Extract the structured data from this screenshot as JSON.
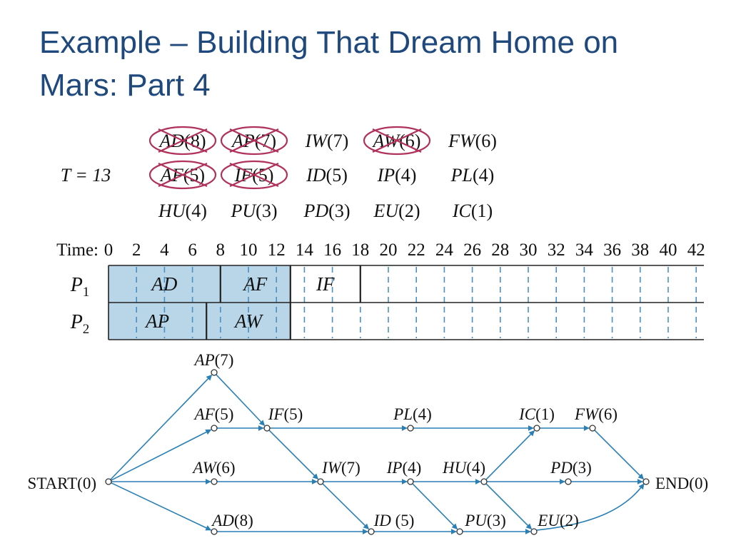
{
  "title": {
    "line1": "Example – Building That Dream Home on",
    "line2": "Mars:  Part 4"
  },
  "colors": {
    "title": "#1f497d",
    "completed_fill": "#b8d6e8",
    "arrow": "#2a7fb5",
    "strike": "#b0325a",
    "text": "#111111"
  },
  "priority_list": {
    "time_label": "T = 13",
    "rows": [
      [
        {
          "name": "AD",
          "dur": "(8)",
          "crossed": true
        },
        {
          "name": "AP",
          "dur": "(7)",
          "crossed": true
        },
        {
          "name": "IW",
          "dur": "(7)",
          "crossed": false
        },
        {
          "name": "AW",
          "dur": "(6)",
          "crossed": true
        },
        {
          "name": "FW",
          "dur": "(6)",
          "crossed": false
        }
      ],
      [
        {
          "name": "AF",
          "dur": "(5)",
          "crossed": true
        },
        {
          "name": "IF",
          "dur": "(5)",
          "crossed": true
        },
        {
          "name": "ID",
          "dur": "(5)",
          "crossed": false
        },
        {
          "name": "IP",
          "dur": "(4)",
          "crossed": false
        },
        {
          "name": "PL",
          "dur": "(4)",
          "crossed": false
        }
      ],
      [
        {
          "name": "HU",
          "dur": "(4)",
          "crossed": false
        },
        {
          "name": "PU",
          "dur": "(3)",
          "crossed": false
        },
        {
          "name": "PD",
          "dur": "(3)",
          "crossed": false
        },
        {
          "name": "EU",
          "dur": "(2)",
          "crossed": false
        },
        {
          "name": "IC",
          "dur": "(1)",
          "crossed": false
        }
      ]
    ]
  },
  "schedule": {
    "time_label": "Time:",
    "ticks": [
      0,
      2,
      4,
      6,
      8,
      10,
      12,
      14,
      16,
      18,
      20,
      22,
      24,
      26,
      28,
      30,
      32,
      34,
      36,
      38,
      40,
      42
    ],
    "current_time": 13,
    "processors": [
      {
        "name": "P",
        "sub": "1",
        "tasks": [
          {
            "label": "AD",
            "start": 0,
            "end": 8
          },
          {
            "label": "AF",
            "start": 8,
            "end": 13
          },
          {
            "label": "IF",
            "start": 13,
            "end": 18
          }
        ]
      },
      {
        "name": "P",
        "sub": "2",
        "tasks": [
          {
            "label": "AP",
            "start": 0,
            "end": 7
          },
          {
            "label": "AW",
            "start": 7,
            "end": 13
          }
        ]
      }
    ]
  },
  "digraph": {
    "nodes": [
      {
        "id": "START",
        "name": "START",
        "dur": "(0)",
        "italic": false
      },
      {
        "id": "AP",
        "name": "AP",
        "dur": "(7)",
        "italic": true
      },
      {
        "id": "AF",
        "name": "AF",
        "dur": "(5)",
        "italic": true
      },
      {
        "id": "AW",
        "name": "AW",
        "dur": "(6)",
        "italic": true
      },
      {
        "id": "AD",
        "name": "AD",
        "dur": "(8)",
        "italic": true
      },
      {
        "id": "IF",
        "name": "IF",
        "dur": "(5)",
        "italic": true
      },
      {
        "id": "PL",
        "name": "PL",
        "dur": "(4)",
        "italic": true
      },
      {
        "id": "IC",
        "name": "IC",
        "dur": "(1)",
        "italic": true
      },
      {
        "id": "FW",
        "name": "FW",
        "dur": "(6)",
        "italic": true
      },
      {
        "id": "IW",
        "name": "IW",
        "dur": "(7)",
        "italic": true
      },
      {
        "id": "IP",
        "name": "IP",
        "dur": "(4)",
        "italic": true
      },
      {
        "id": "HU",
        "name": "HU",
        "dur": "(4)",
        "italic": true
      },
      {
        "id": "PD",
        "name": "PD",
        "dur": "(3)",
        "italic": true
      },
      {
        "id": "ID",
        "name": "ID",
        "dur": " (5)",
        "italic": true
      },
      {
        "id": "PU",
        "name": "PU",
        "dur": "(3)",
        "italic": true
      },
      {
        "id": "EU",
        "name": "EU",
        "dur": "(2)",
        "italic": true
      },
      {
        "id": "END",
        "name": "END",
        "dur": "(0)",
        "italic": false
      }
    ],
    "edges": [
      [
        "START",
        "AP"
      ],
      [
        "START",
        "AF"
      ],
      [
        "START",
        "AW"
      ],
      [
        "START",
        "AD"
      ],
      [
        "AP",
        "IF"
      ],
      [
        "AF",
        "IF"
      ],
      [
        "AW",
        "IW"
      ],
      [
        "AD",
        "ID"
      ],
      [
        "IF",
        "PL"
      ],
      [
        "IF",
        "IW"
      ],
      [
        "PL",
        "IC"
      ],
      [
        "IC",
        "FW"
      ],
      [
        "FW",
        "END"
      ],
      [
        "IW",
        "IP"
      ],
      [
        "IW",
        "ID"
      ],
      [
        "IP",
        "HU"
      ],
      [
        "IP",
        "PU"
      ],
      [
        "ID",
        "PU"
      ],
      [
        "HU",
        "IC"
      ],
      [
        "HU",
        "PD"
      ],
      [
        "HU",
        "EU"
      ],
      [
        "PU",
        "EU"
      ],
      [
        "PD",
        "END"
      ],
      [
        "EU",
        "END"
      ]
    ]
  }
}
